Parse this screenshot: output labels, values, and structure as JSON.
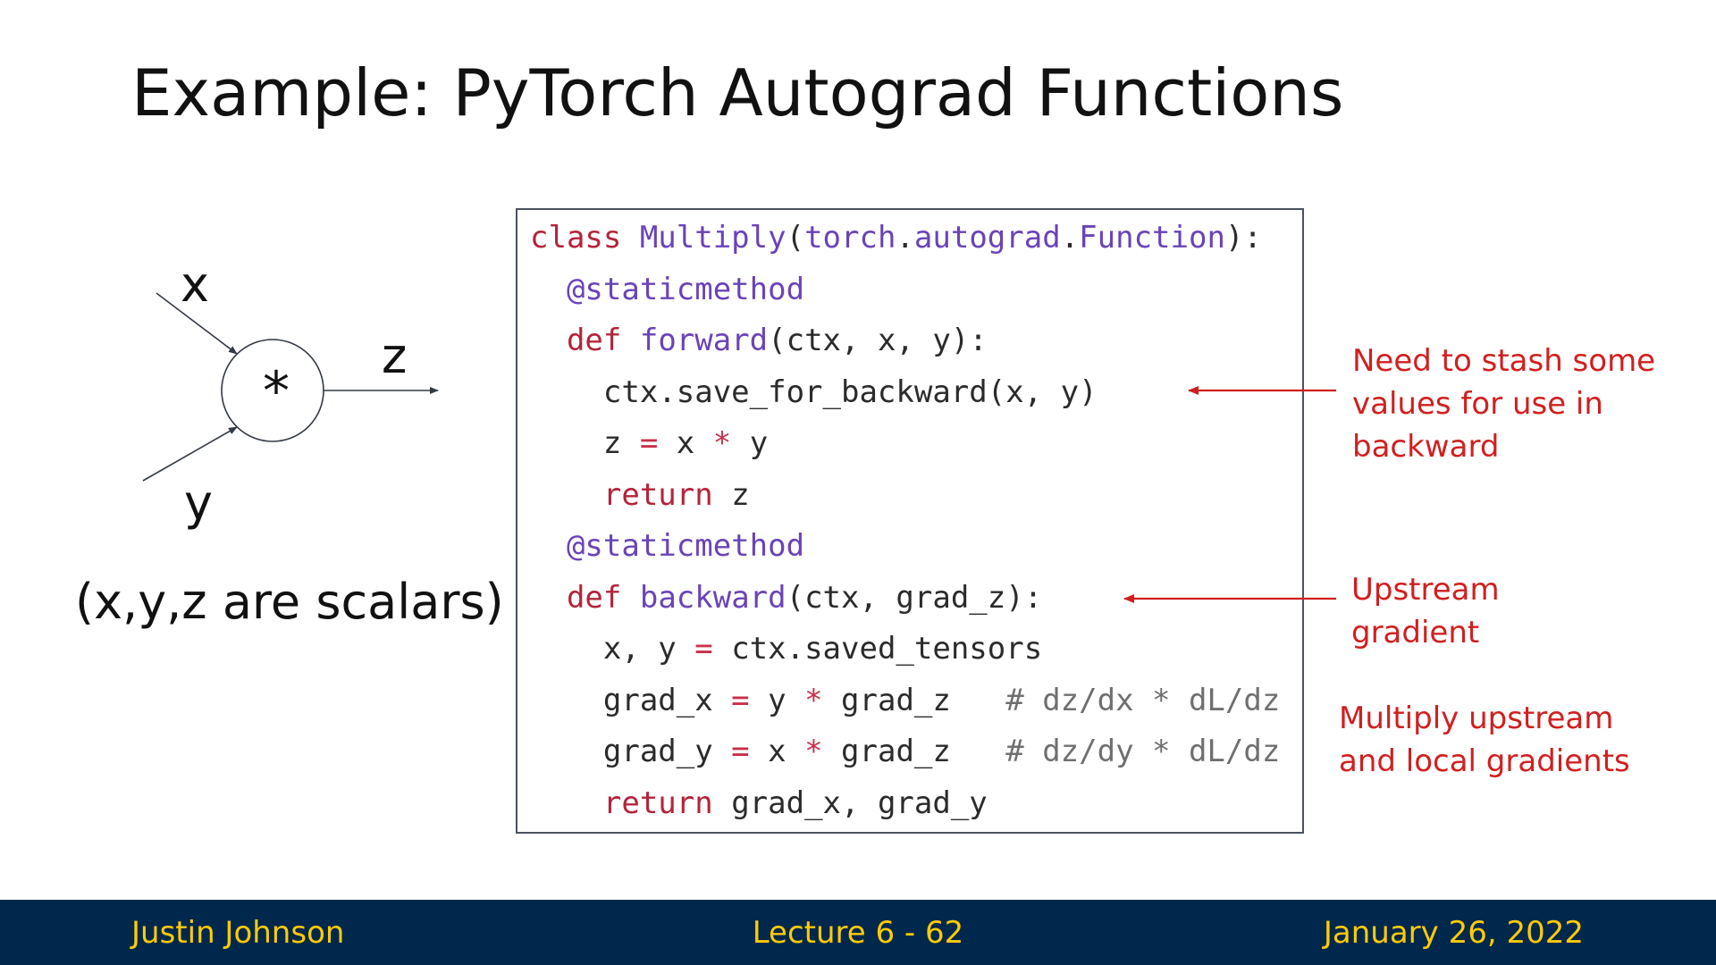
{
  "slide": {
    "title": "Example: PyTorch Autograd Functions"
  },
  "graph": {
    "input_x": "x",
    "input_y": "y",
    "output_z": "z",
    "operator": "*",
    "note": "(x,y,z are scalars)"
  },
  "code": {
    "lines": [
      [
        {
          "t": "class ",
          "k": "kw"
        },
        {
          "t": "Multiply",
          "k": "fn"
        },
        {
          "t": "(",
          "k": "tx"
        },
        {
          "t": "torch",
          "k": "fn"
        },
        {
          "t": ".",
          "k": "tx"
        },
        {
          "t": "autograd",
          "k": "fn"
        },
        {
          "t": ".",
          "k": "tx"
        },
        {
          "t": "Function",
          "k": "fn"
        },
        {
          "t": "):",
          "k": "tx"
        }
      ],
      [
        {
          "t": "  ",
          "k": "tx"
        },
        {
          "t": "@staticmethod",
          "k": "fn"
        }
      ],
      [
        {
          "t": "  ",
          "k": "tx"
        },
        {
          "t": "def ",
          "k": "kw"
        },
        {
          "t": "forward",
          "k": "fn"
        },
        {
          "t": "(ctx, x, y):",
          "k": "tx"
        }
      ],
      [
        {
          "t": "    ctx.save_for_backward(x, y)",
          "k": "tx"
        }
      ],
      [
        {
          "t": "    z ",
          "k": "tx"
        },
        {
          "t": "=",
          "k": "op"
        },
        {
          "t": " x ",
          "k": "tx"
        },
        {
          "t": "*",
          "k": "op"
        },
        {
          "t": " y",
          "k": "tx"
        }
      ],
      [
        {
          "t": "    ",
          "k": "tx"
        },
        {
          "t": "return",
          "k": "kw"
        },
        {
          "t": " z",
          "k": "tx"
        }
      ],
      [
        {
          "t": "  ",
          "k": "tx"
        },
        {
          "t": "@staticmethod",
          "k": "fn"
        }
      ],
      [
        {
          "t": "  ",
          "k": "tx"
        },
        {
          "t": "def ",
          "k": "kw"
        },
        {
          "t": "backward",
          "k": "fn"
        },
        {
          "t": "(ctx, grad_z):",
          "k": "tx"
        }
      ],
      [
        {
          "t": "    x, y ",
          "k": "tx"
        },
        {
          "t": "=",
          "k": "op"
        },
        {
          "t": " ctx.saved_tensors",
          "k": "tx"
        }
      ],
      [
        {
          "t": "    grad_x ",
          "k": "tx"
        },
        {
          "t": "=",
          "k": "op"
        },
        {
          "t": " y ",
          "k": "tx"
        },
        {
          "t": "*",
          "k": "op"
        },
        {
          "t": " grad_z   ",
          "k": "tx"
        },
        {
          "t": "# dz/dx * dL/dz",
          "k": "cm"
        }
      ],
      [
        {
          "t": "    grad_y ",
          "k": "tx"
        },
        {
          "t": "=",
          "k": "op"
        },
        {
          "t": " x ",
          "k": "tx"
        },
        {
          "t": "*",
          "k": "op"
        },
        {
          "t": " grad_z   ",
          "k": "tx"
        },
        {
          "t": "# dz/dy * dL/dz",
          "k": "cm"
        }
      ],
      [
        {
          "t": "    ",
          "k": "tx"
        },
        {
          "t": "return",
          "k": "kw"
        },
        {
          "t": " grad_x, grad_y",
          "k": "tx"
        }
      ]
    ]
  },
  "annotations": {
    "stash": [
      "Need to stash some",
      "values for use in",
      "backward"
    ],
    "upstream": [
      "Upstream",
      "gradient"
    ],
    "multiply": [
      "Multiply upstream",
      "and local gradients"
    ]
  },
  "footer": {
    "author": "Justin Johnson",
    "lecture": "Lecture 6 - 62",
    "date": "January 26, 2022"
  },
  "colors": {
    "footer_bg": "#00274c",
    "footer_text": "#ffcb05",
    "annotation": "#d11f1f",
    "keyword": "#b3243a",
    "function": "#6a43b8"
  }
}
